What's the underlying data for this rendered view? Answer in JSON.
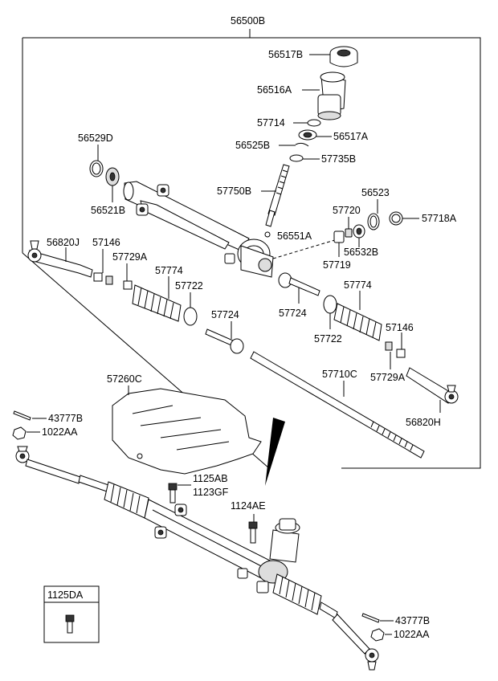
{
  "title_part": "56500B",
  "labels": {
    "l56517B": "56517B",
    "l56516A": "56516A",
    "l57714": "57714",
    "l56517A": "56517A",
    "l56525B": "56525B",
    "l57735B": "57735B",
    "l56529D": "56529D",
    "l56521B": "56521B",
    "l57750B": "57750B",
    "l56523": "56523",
    "l57720": "57720",
    "l57718A": "57718A",
    "l56551A": "56551A",
    "l56532B": "56532B",
    "l57719": "57719",
    "l56820J": "56820J",
    "l57146a": "57146",
    "l57729Aa": "57729A",
    "l57774a": "57774",
    "l57722a": "57722",
    "l57724a": "57724",
    "l57724b": "57724",
    "l57774b": "57774",
    "l57722b": "57722",
    "l57146b": "57146",
    "l57729Ab": "57729A",
    "l57710C": "57710C",
    "l56820H": "56820H",
    "l57260C": "57260C",
    "l43777Ba": "43777B",
    "l1022AAa": "1022AA",
    "l1125AB": "1125AB",
    "l1123GF": "1123GF",
    "l1124AE": "1124AE",
    "l43777Bb": "43777B",
    "l1022AAb": "1022AA"
  },
  "legend_box": {
    "label": "1125DA"
  },
  "colors": {
    "ink": "#000000",
    "background": "#ffffff",
    "shade": "#dddddd"
  }
}
